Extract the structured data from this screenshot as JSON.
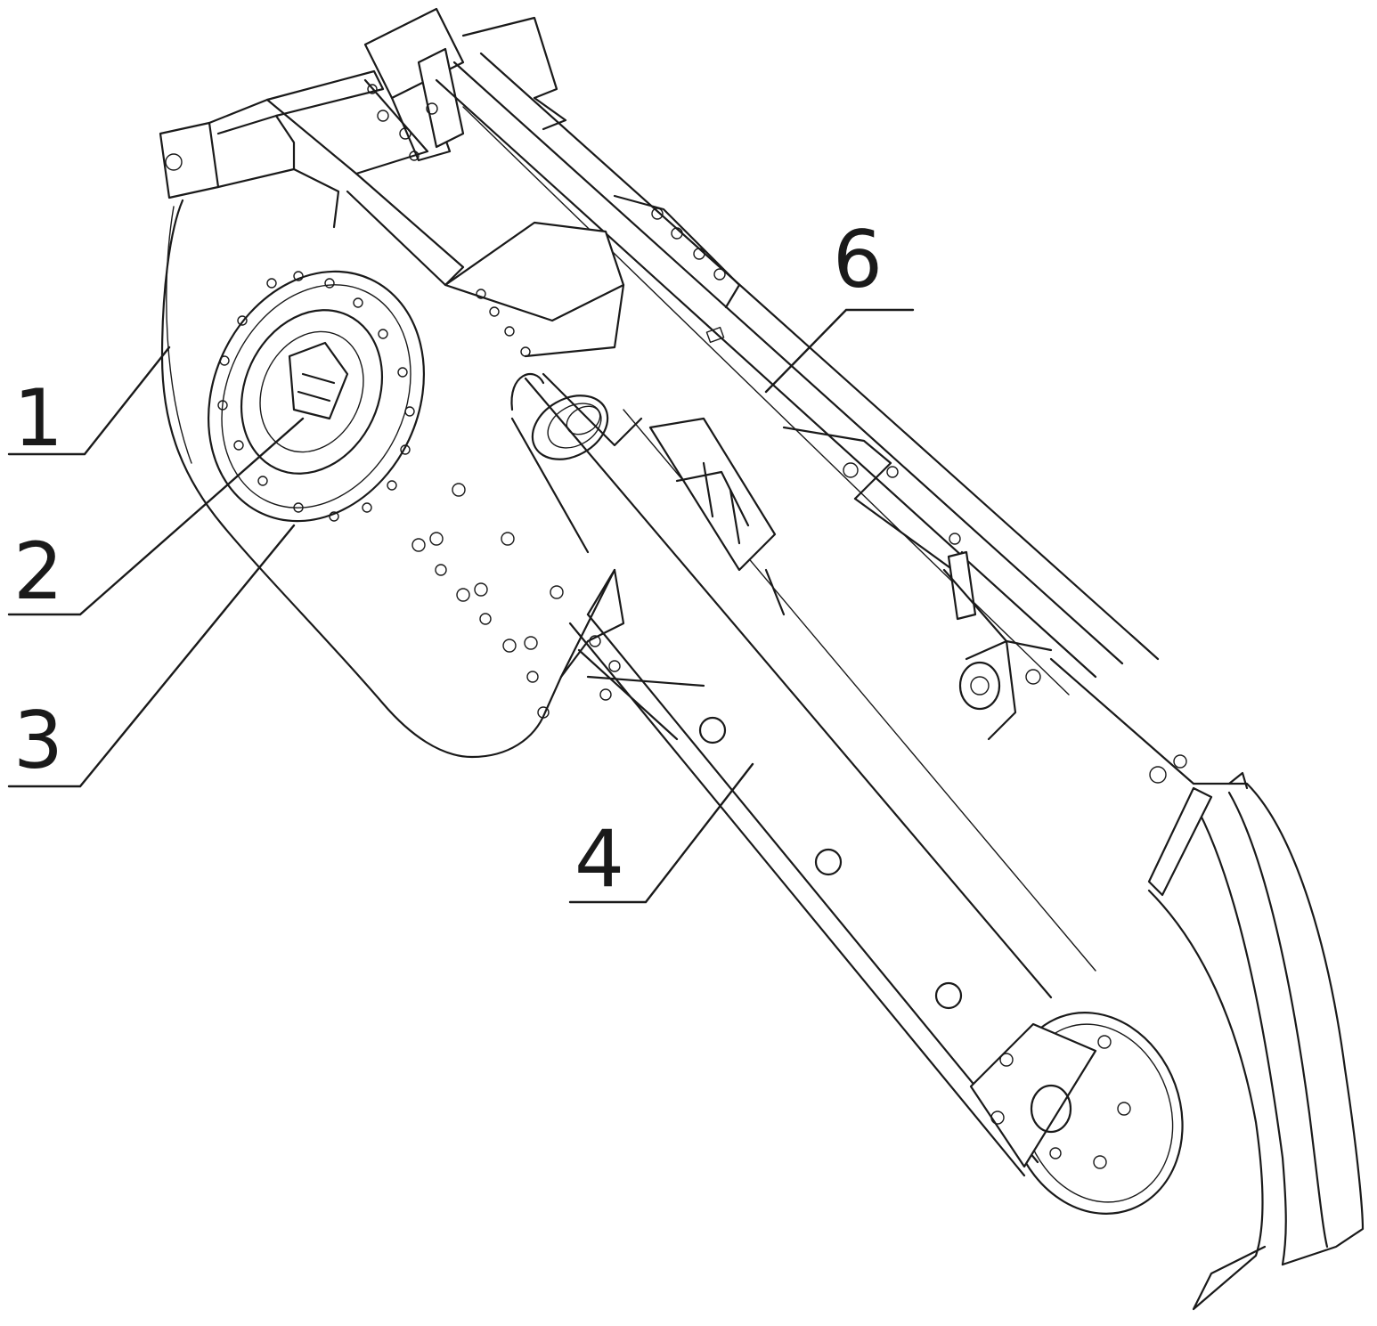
{
  "figure": {
    "callouts": [
      {
        "id": "1",
        "label": "1"
      },
      {
        "id": "2",
        "label": "2"
      },
      {
        "id": "3",
        "label": "3"
      },
      {
        "id": "4",
        "label": "4"
      },
      {
        "id": "6",
        "label": "6"
      }
    ]
  },
  "colors": {
    "line": "#1a1a1a",
    "background": "#ffffff"
  }
}
